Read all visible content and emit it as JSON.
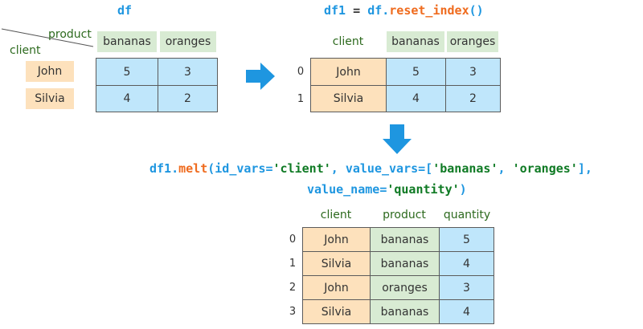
{
  "df": {
    "code": "df",
    "columns_label": "product",
    "index_label": "client",
    "columns": [
      "bananas",
      "oranges"
    ],
    "index": [
      "John",
      "Silvia"
    ],
    "values": [
      [
        "5",
        "3"
      ],
      [
        "4",
        "2"
      ]
    ]
  },
  "df1": {
    "code_var": "df1",
    "code_eq": " = ",
    "code_obj": "df.",
    "code_fn": "reset_index",
    "code_parens": "()",
    "columns": [
      "client",
      "bananas",
      "oranges"
    ],
    "index": [
      "0",
      "1"
    ],
    "rows": [
      [
        "John",
        "5",
        "3"
      ],
      [
        "Silvia",
        "4",
        "2"
      ]
    ]
  },
  "melt": {
    "line1": {
      "obj": "df1.",
      "fn": "melt",
      "open": "(",
      "kw1": "id_vars",
      "eq1": "=",
      "str1": "'client'",
      "sep1": ", ",
      "kw2": "value_vars",
      "eq2": "=[",
      "str2": "'bananas'",
      "sep2": ", ",
      "str3": "'oranges'",
      "close1": "],"
    },
    "line2": {
      "kw3": "value_name",
      "eq3": "=",
      "str4": "'quantity'",
      "close2": ")"
    },
    "columns": [
      "client",
      "product",
      "quantity"
    ],
    "index": [
      "0",
      "1",
      "2",
      "3"
    ],
    "rows": [
      [
        "John",
        "bananas",
        "5"
      ],
      [
        "Silvia",
        "bananas",
        "4"
      ],
      [
        "John",
        "oranges",
        "3"
      ],
      [
        "Silvia",
        "bananas",
        "4"
      ]
    ]
  },
  "colors": {
    "arrow": "#1e96e0",
    "blue_cell": "#bfe6fb",
    "orange_cell": "#fde1bc",
    "green_cell": "#d8ebd3"
  }
}
